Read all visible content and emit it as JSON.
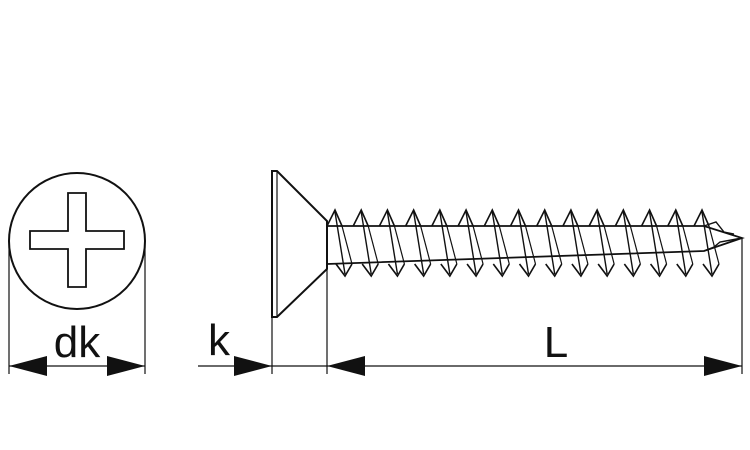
{
  "labels": {
    "head_diameter": "dk",
    "head_height": "k",
    "length": "L"
  },
  "colors": {
    "line": "#111111",
    "background": "#ffffff"
  },
  "drawing": {
    "part": "countersunk-phillips-screw",
    "views": [
      "head-top-view",
      "side-view"
    ],
    "thread_turns": 15
  }
}
